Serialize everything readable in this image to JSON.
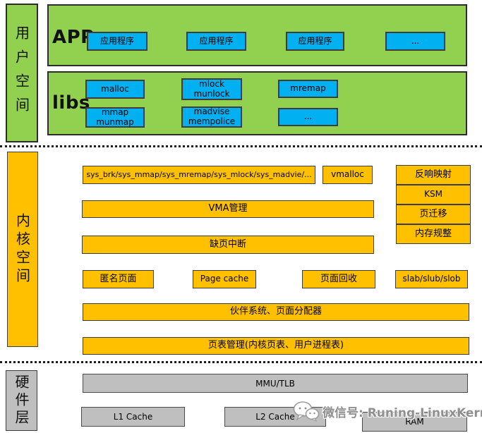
{
  "user_space": {
    "label": "用户空间",
    "apps": {
      "title": "APPs",
      "boxes": [
        "应用程序",
        "应用程序",
        "应用程序",
        "..."
      ]
    },
    "libs": {
      "title": "libs",
      "boxes": [
        "malloc",
        "mlock\nmunlock",
        "mremap",
        "mmap\nmunmap",
        "madvise\nmempolice",
        "..."
      ]
    }
  },
  "kernel_space": {
    "label": "内核空间",
    "syscalls": "sys_brk/sys_mmap/sys_mremap/sys_mlock/sys_madvie/...",
    "vmalloc": "vmalloc",
    "side_stack": [
      "反响映射",
      "KSM",
      "页迁移",
      "内存规整"
    ],
    "vma": "VMA管理",
    "page_fault": "缺页中断",
    "mid_row": [
      "匿名页面",
      "Page cache",
      "页面回收",
      "slab/slub/slob"
    ],
    "buddy": "伙伴系统、页面分配器",
    "page_table": "页表管理(内核页表、用户进程表)"
  },
  "hardware": {
    "label": "硬件层",
    "mmu": "MMU/TLB",
    "l1": "L1 Cache",
    "l2": "L2 Cache",
    "ram": "RAM"
  },
  "watermark": {
    "text": "微信号: Runing-LinuxKernel"
  },
  "colors": {
    "green": "#92D050",
    "blue": "#00B0F0",
    "orange": "#FFC000",
    "gray": "#BFBFBF"
  }
}
